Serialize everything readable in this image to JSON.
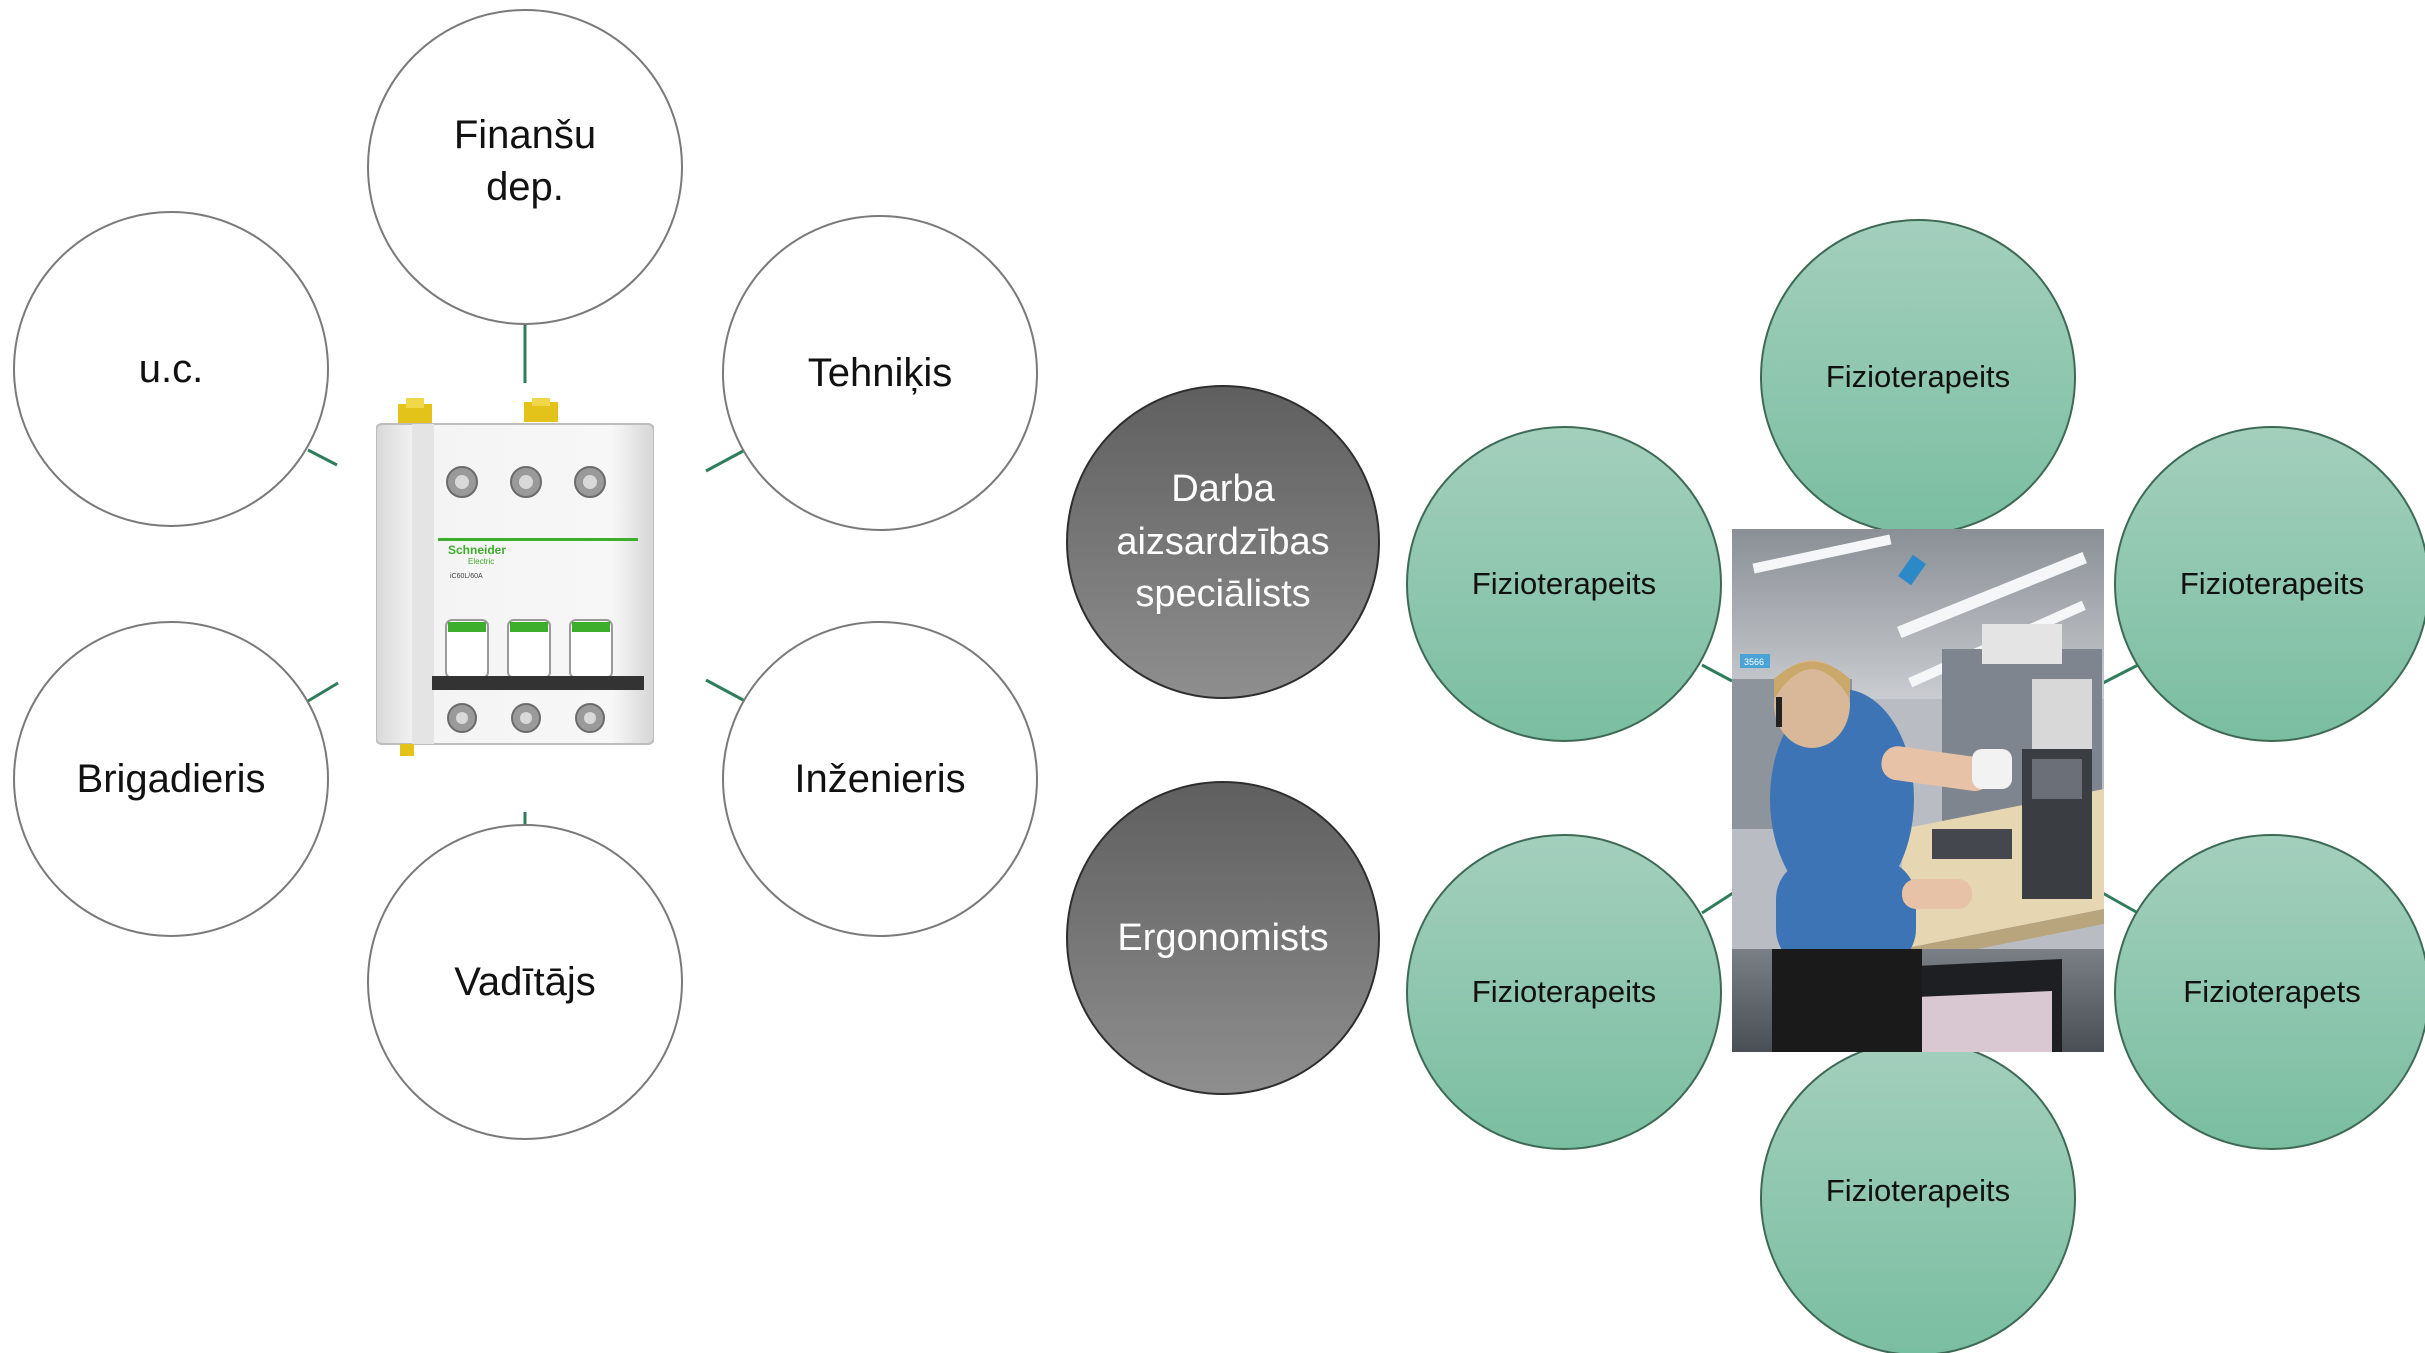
{
  "left_cluster": {
    "nodes": [
      "Finanšu\ndep.",
      "Tehniķis",
      "Inženieris",
      "Vadītājs",
      "Brigadieris",
      "u.c."
    ],
    "center_image": {
      "brand": "Schneider",
      "sub_brand": "Electric",
      "model": "iC60L/60A"
    }
  },
  "middle": {
    "node_1": "Darba\naizsardzības\nspeciālists",
    "node_2": "Ergonomists"
  },
  "right_cluster": {
    "nodes": [
      "Fizioterapeits",
      "Fizioterapeits",
      "Fizioterapets",
      "Fizioterapeits",
      "Fizioterapeits",
      "Fizioterapeits"
    ],
    "photo_sign": "3566"
  },
  "colors": {
    "connector_green": "#2e7d5b",
    "green_fill_top": "#a3cfbd",
    "green_fill_bottom": "#7abea1",
    "grey_fill_top": "#5f5f5f",
    "grey_fill_bottom": "#8e8e8e",
    "outline_border": "#7a7a7a"
  }
}
